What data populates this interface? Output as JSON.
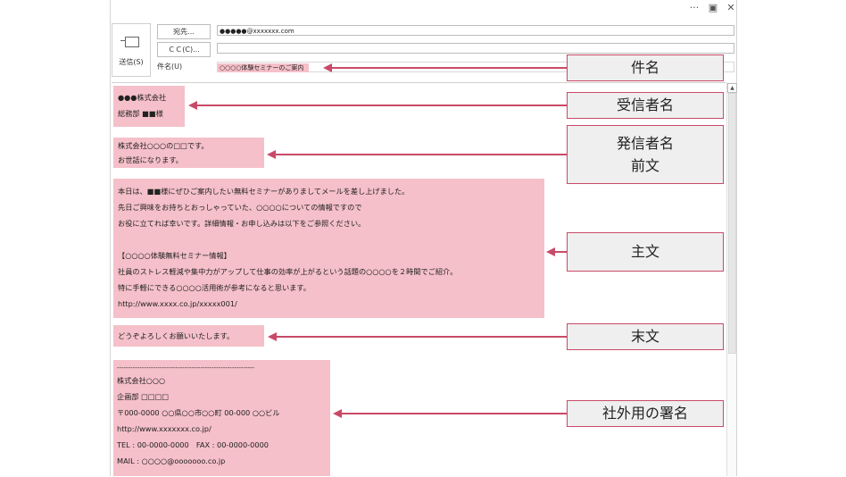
{
  "titlebar": {
    "more_icon": "···",
    "restore_icon": "▣",
    "close_icon": "✕"
  },
  "header": {
    "send_label": "送信(S)",
    "to_button": "宛先...",
    "cc_button": "ＣＣ(C)...",
    "to_value": "●●●●●@xxxxxxx.com",
    "cc_value": "",
    "subject_label": "件名(U)",
    "subject_value": "○○○○体験セミナーのご案内"
  },
  "body": {
    "recipient": [
      "●●●株式会社",
      "総務部 ■■様"
    ],
    "greeting": [
      "株式会社○○○の□□です。",
      "お世話になります。"
    ],
    "main": [
      "本日は、■■様にぜひご案内したい無料セミナーがありましてメールを差し上げました。",
      "先日ご興味をお持ちとおっしゃっていた、○○○○についての情報ですので",
      "お役に立てれば幸いです。詳細情報・お申し込みは以下をご参照ください。",
      "",
      "【○○○○体験無料セミナー情報】",
      "社員のストレス軽減や集中力がアップして仕事の効率が上がるという話題の○○○○を２時間でご紹介。",
      "特に手軽にできる○○○○活用術が参考になると思います。",
      "http://www.xxxx.co.jp/xxxxx001/"
    ],
    "closing": "どうぞよろしくお願いいたします。",
    "signature": [
      "-------------------------------------------------------------",
      "株式会社○○○",
      "企画部 □□□□",
      "〒000-0000 ○○県○○市○○町 00-000 ○○ビル",
      "http://www.xxxxxxx.co.jp/",
      "TEL : 00-0000-0000　FAX : 00-0000-0000",
      "MAIL : ○○○○@ooooooo.co.jp"
    ]
  },
  "callouts": {
    "subject": "件名",
    "recipient": "受信者名",
    "sender_preface": [
      "発信者名",
      "前文"
    ],
    "main": "主文",
    "closing": "末文",
    "signature": "社外用の署名"
  },
  "colors": {
    "highlight": "#f5c0c9",
    "accent": "#c94a68",
    "callout_bg": "#efefef"
  }
}
